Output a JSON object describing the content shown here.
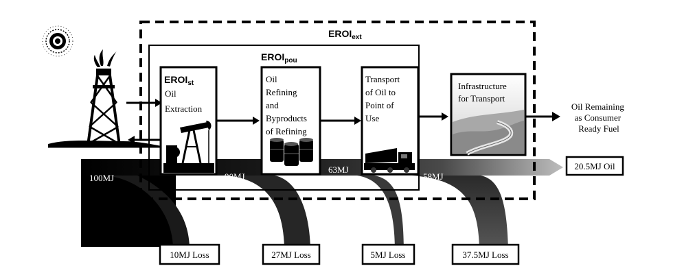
{
  "labels": {
    "eroi_ext": {
      "main": "EROI",
      "sub": "ext"
    },
    "eroi_pou": {
      "main": "EROI",
      "sub": "pou"
    },
    "eroi_st": {
      "main": "EROI",
      "sub": "st"
    }
  },
  "stages": {
    "extraction": [
      "Oil",
      "Extraction"
    ],
    "refining": [
      "Oil",
      "Refining",
      "and",
      "Byproducts",
      "of Refining"
    ],
    "transport": [
      "Transport",
      "of Oil to",
      "Point of",
      "Use"
    ],
    "infrastructure": [
      "Infrastructure",
      "for Transport"
    ]
  },
  "output": [
    "Oil Remaining",
    "as Consumer",
    "Ready Fuel"
  ],
  "energy_flow": {
    "input": "100MJ",
    "after_extraction": "90MJ",
    "after_refining": "63MJ",
    "after_transport": "58MJ",
    "final": "20.5MJ Oil"
  },
  "losses": [
    "10MJ Loss",
    "27MJ Loss",
    "5MJ Loss",
    "37.5MJ Loss"
  ],
  "icons": {
    "sun": "sun-icon",
    "derrick": "oil-derrick-icon",
    "pumpjack": "pumpjack-icon",
    "barrels": "oil-barrels-icon",
    "truck": "tanker-truck-icon",
    "road": "road-landscape-icon"
  }
}
